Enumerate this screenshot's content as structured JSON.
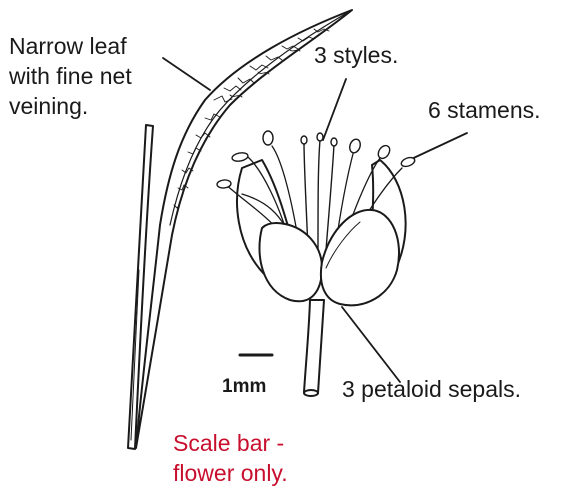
{
  "labels": {
    "leaf": [
      "Narrow leaf",
      "with fine net",
      "veining."
    ],
    "styles": "3 styles.",
    "stamens": "6 stamens.",
    "sepals": "3 petaloid sepals.",
    "scale": "1mm",
    "scale_note": [
      "Scale bar -",
      "flower only."
    ]
  },
  "colors": {
    "ink": "#1a1a1a",
    "note": "#c8102e"
  }
}
